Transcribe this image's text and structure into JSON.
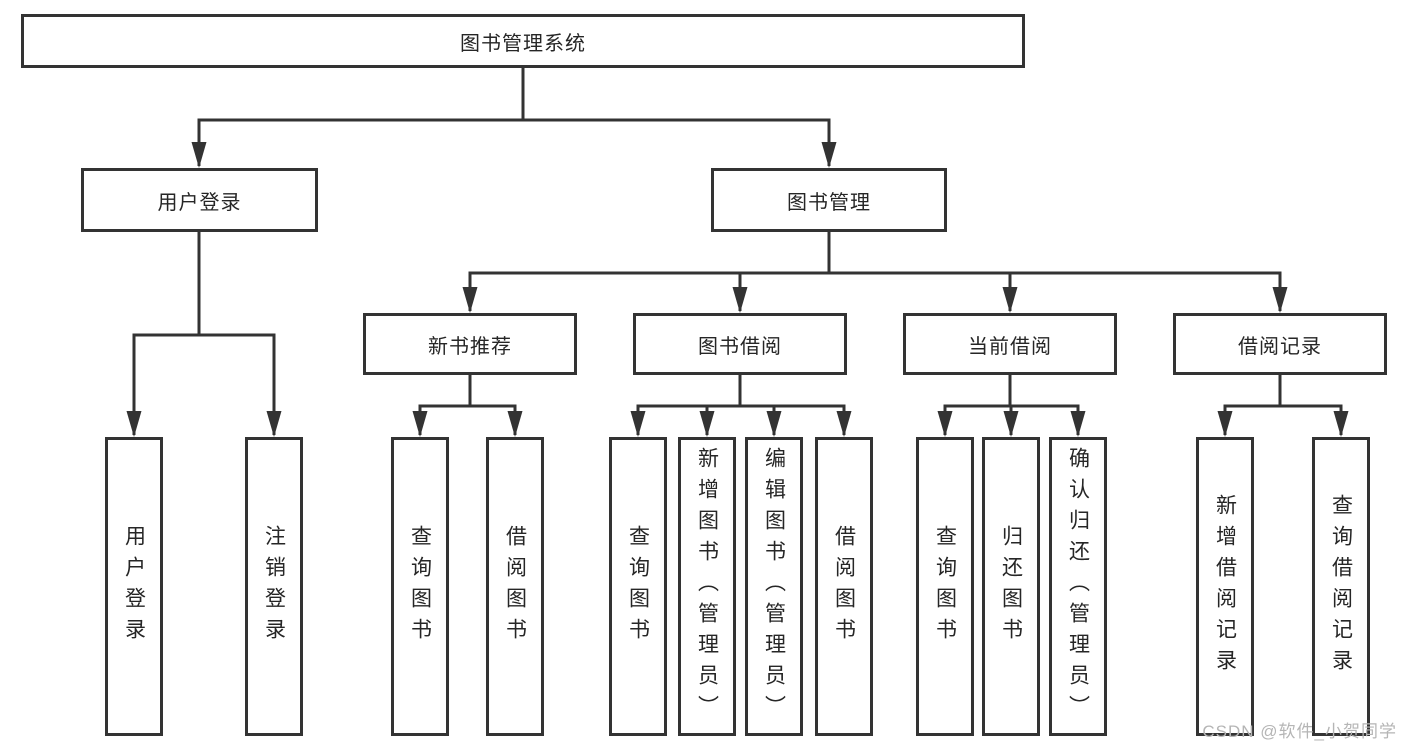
{
  "diagram": {
    "root": {
      "label": "图书管理系统"
    },
    "branches": {
      "user_login": {
        "label": "用户登录",
        "children": [
          {
            "label": "用户登录"
          },
          {
            "label": "注销登录"
          }
        ]
      },
      "book_management": {
        "label": "图书管理",
        "groups": [
          {
            "label": "新书推荐",
            "children": [
              {
                "label": "查询图书"
              },
              {
                "label": "借阅图书"
              }
            ]
          },
          {
            "label": "图书借阅",
            "children": [
              {
                "label": "查询图书"
              },
              {
                "label": "新增图书（管理员）"
              },
              {
                "label": "编辑图书（管理员）"
              },
              {
                "label": "借阅图书"
              }
            ]
          },
          {
            "label": "当前借阅",
            "children": [
              {
                "label": "查询图书"
              },
              {
                "label": "归还图书"
              },
              {
                "label": "确认归还（管理员）"
              }
            ]
          },
          {
            "label": "借阅记录",
            "children": [
              {
                "label": "新增借阅记录"
              },
              {
                "label": "查询借阅记录"
              }
            ]
          }
        ]
      }
    }
  },
  "watermark": {
    "text": "CSDN @软件_小贺同学"
  },
  "colors": {
    "line": "#333333",
    "text": "#262626",
    "watermark": "#b5b5b5",
    "background": "#ffffff"
  }
}
